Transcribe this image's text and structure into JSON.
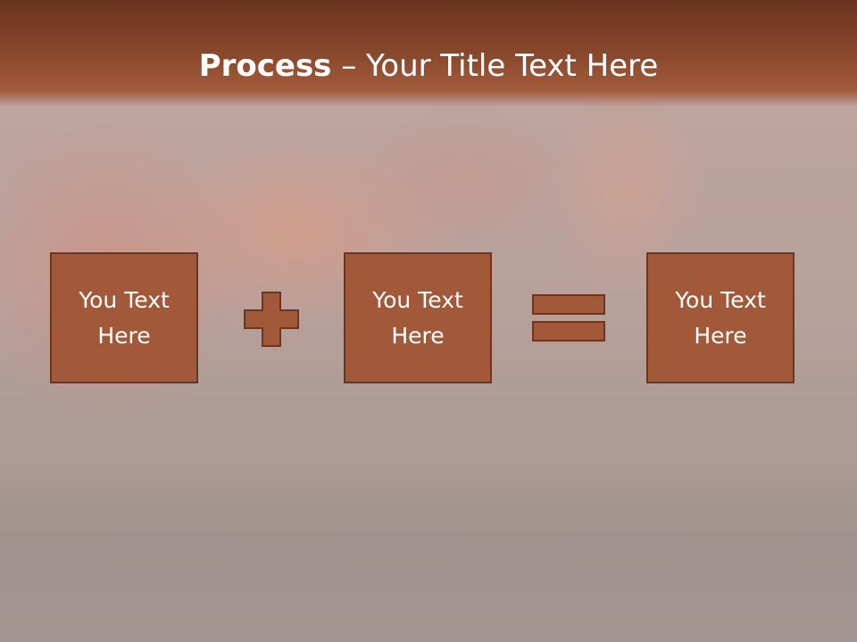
{
  "slide": {
    "title_bold": "Process",
    "title_rest": " – Your Title Text Here"
  },
  "process": {
    "boxes": [
      {
        "label": "You Text Here"
      },
      {
        "label": "You Text Here"
      },
      {
        "label": "You Text Here"
      }
    ],
    "operators": [
      "plus-icon",
      "equals-icon"
    ]
  },
  "colors": {
    "banner": "#8c4a2d",
    "box_fill": "#a1593a",
    "box_border": "#6b3520",
    "text": "#ffffff"
  }
}
